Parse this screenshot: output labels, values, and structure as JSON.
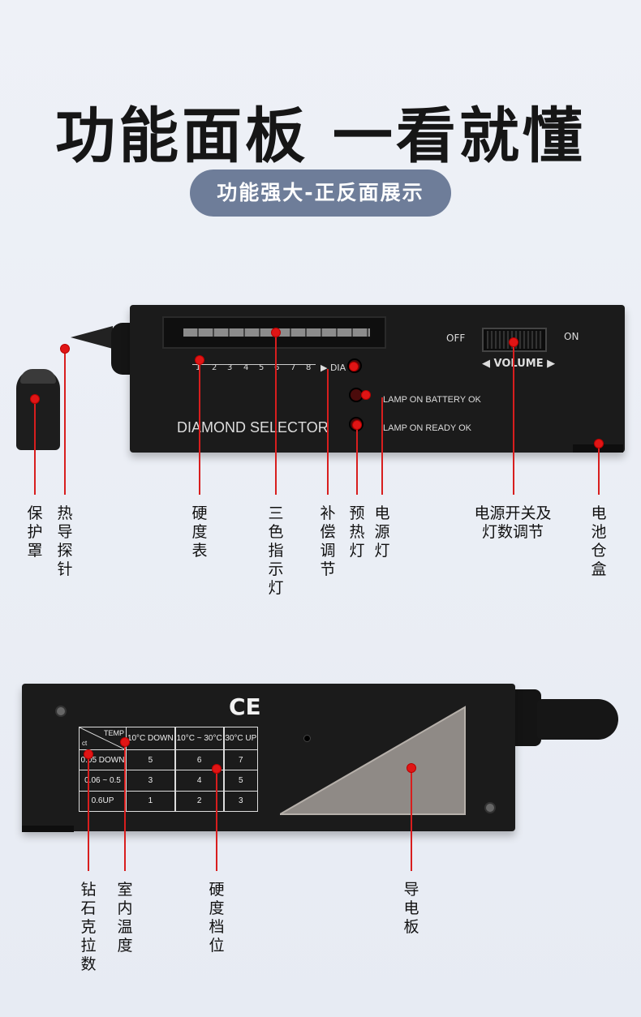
{
  "header": {
    "title": "功能面板 一看就懂",
    "subtitle": "功能强大-正反面展示"
  },
  "front_device": {
    "scale_numbers": [
      "1",
      "2",
      "3",
      "4",
      "5",
      "6",
      "7",
      "8"
    ],
    "dia_label": "▶ DIA",
    "lamp_battery": "LAMP ON BATTERY OK",
    "lamp_ready": "LAMP ON READY OK",
    "brand": "DIAMOND SELECTOR",
    "off_label": "OFF",
    "on_label": "ON",
    "volume_label": "◀ VOLUME ▶"
  },
  "front_labels": {
    "cap": "保护罩",
    "probe": "热导探针",
    "hardness_meter": "硬度表",
    "tricolor_lights": "三色指示灯",
    "compensation": "补偿调节",
    "preheat_light": "预热灯",
    "power_light": "电源灯",
    "power_switch": "电源开关及灯数调节",
    "battery_box": "电池仓盒"
  },
  "back_device": {
    "ce_mark": "CE",
    "table": {
      "temp_header": "TEMP",
      "ct_header": "ct",
      "col_headers": [
        "10°C DOWN",
        "10°C ~ 30°C",
        "30°C UP"
      ],
      "rows": [
        {
          "label": "0.05 DOWN",
          "values": [
            "5",
            "6",
            "7"
          ]
        },
        {
          "label": "0.06 ~ 0.5",
          "values": [
            "3",
            "4",
            "5"
          ]
        },
        {
          "label": "0.6UP",
          "values": [
            "1",
            "2",
            "3"
          ]
        }
      ]
    }
  },
  "back_labels": {
    "carat": "钻石克拉数",
    "room_temp": "室内温度",
    "hardness_level": "硬度档位",
    "conductive_plate": "导电板"
  }
}
